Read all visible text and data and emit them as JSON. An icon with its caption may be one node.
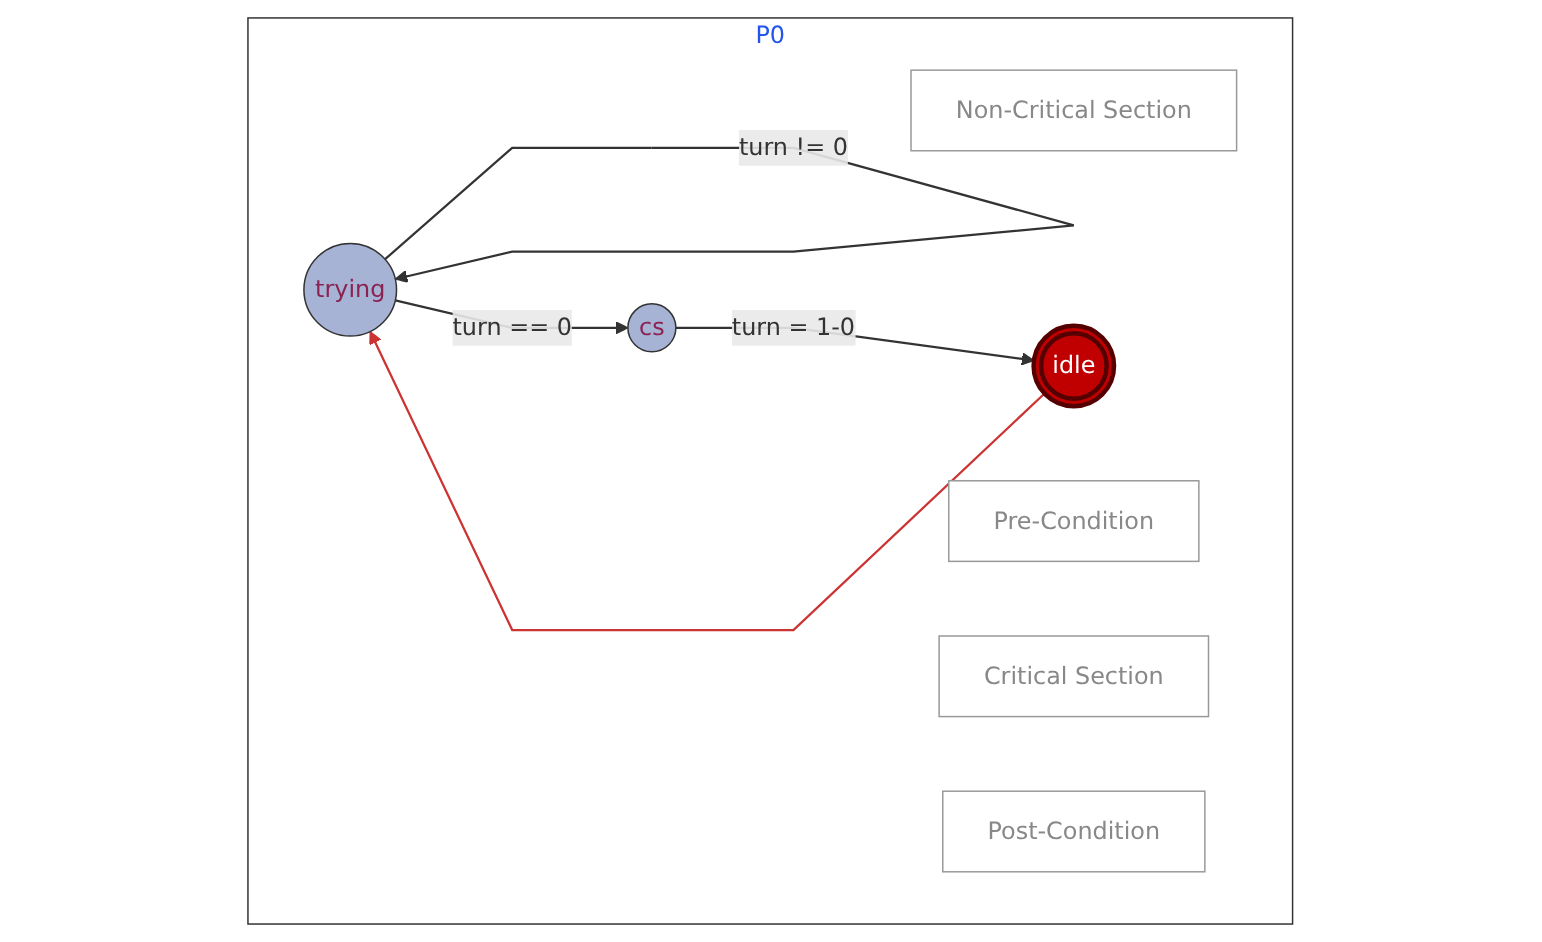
{
  "diagram": {
    "nodes": [
      {
        "text": [
          "P0"
        ]
      },
      {
        "text": [
          "Non-Critical Section"
        ],
        "in": 0
      },
      {
        "text": [
          "trying"
        ],
        "in": 0
      },
      {
        "text": [
          "Pre-Condition"
        ],
        "in": 0
      },
      {
        "text": [
          "idle"
        ],
        "in": 0
      },
      {
        "text": [
          "cs"
        ],
        "in": 0
      },
      {
        "text": [
          "Critical Section"
        ],
        "in": 0
      },
      {
        "text": [
          "Post-Condition"
        ],
        "in": 0
      }
    ],
    "edges": [
      {
        "from": 2,
        "to": 2,
        "arrow": "to",
        "label": "turn != 0"
      },
      {
        "from": 2,
        "to": 5,
        "arrow": "to",
        "label": "turn == 0"
      },
      {
        "from": 5,
        "to": 4,
        "arrow": "to",
        "label": "turn = 1-0"
      },
      {
        "from": 4,
        "to": 2,
        "arrow": "to",
        "color": "#cc3333"
      }
    ]
  }
}
